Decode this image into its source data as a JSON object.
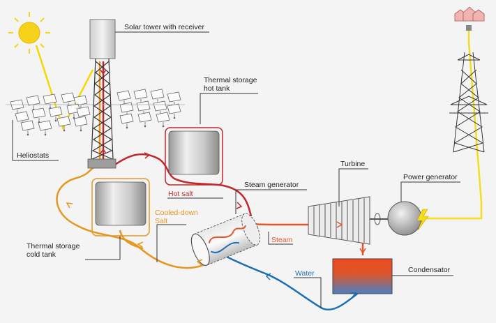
{
  "labels": {
    "solar_tower": "Solar tower with receiver",
    "hot_tank_line1": "Thermal storage",
    "hot_tank_line2": "hot tank",
    "heliostats": "Heliostats",
    "turbine": "Turbine",
    "steam_generator": "Steam generator",
    "power_generator": "Power generator",
    "hot_salt": "Hot salt",
    "cooled_salt_line1": "Cooled-down",
    "cooled_salt_line2": "Salt",
    "steam": "Steam",
    "cold_tank_line1": "Thermal storage",
    "cold_tank_line2": "cold tank",
    "water": "Water",
    "condensator": "Condensator"
  },
  "colors": {
    "hot_salt": "#c0282d",
    "cold_salt": "#e8961e",
    "steam": "#e8542a",
    "water": "#1a6fb5",
    "electric": "#f2dd1f",
    "sunlight": "#f5d800"
  },
  "icons": {
    "sun": "sun-icon",
    "houses": "houses-icon",
    "pylon": "power-pylon-icon",
    "lightning": "lightning-icon"
  }
}
